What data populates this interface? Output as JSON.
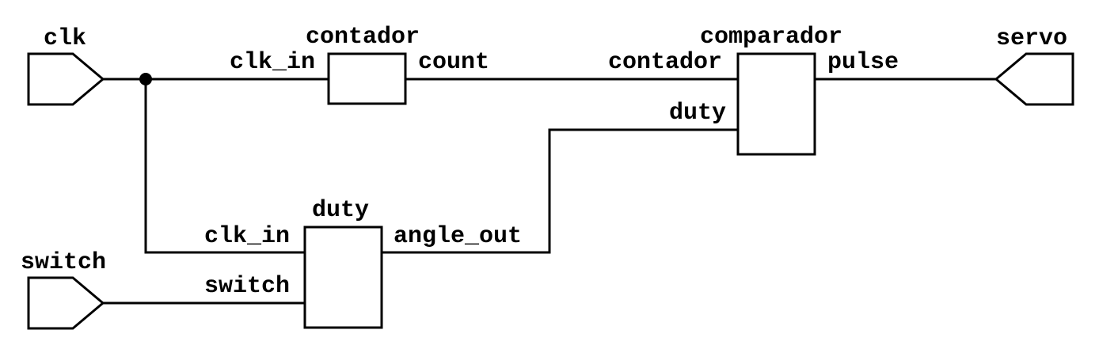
{
  "ports": {
    "clk": "clk",
    "switch": "switch",
    "servo": "servo"
  },
  "blocks": {
    "contador": {
      "title": "contador",
      "in_clk": "clk_in",
      "out_count": "count"
    },
    "comparador": {
      "title": "comparador",
      "in_contador": "contador",
      "in_duty": "duty",
      "out_pulse": "pulse"
    },
    "duty": {
      "title": "duty",
      "in_clk": "clk_in",
      "in_switch": "switch",
      "out_angle": "angle_out"
    }
  }
}
